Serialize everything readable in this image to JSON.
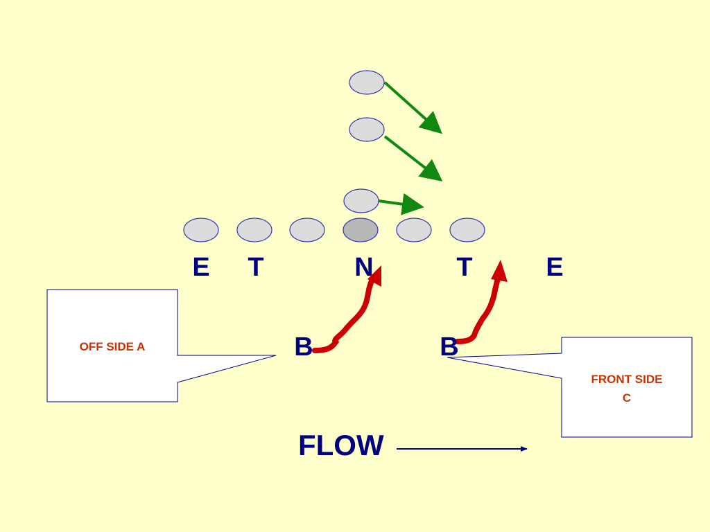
{
  "colors": {
    "background": "#ffffcc",
    "label": "#000080",
    "callout_text": "#cc3300",
    "green_arrow": "#118811",
    "red_arrow": "#cc0000"
  },
  "line_labels": [
    "E",
    "T",
    "N",
    "T",
    "E"
  ],
  "backs": [
    "B",
    "B"
  ],
  "callouts": {
    "left": {
      "text": "OFF SIDE A"
    },
    "right": {
      "line1": "FRONT SIDE",
      "line2": "C"
    }
  },
  "flow": {
    "label": "FLOW"
  }
}
